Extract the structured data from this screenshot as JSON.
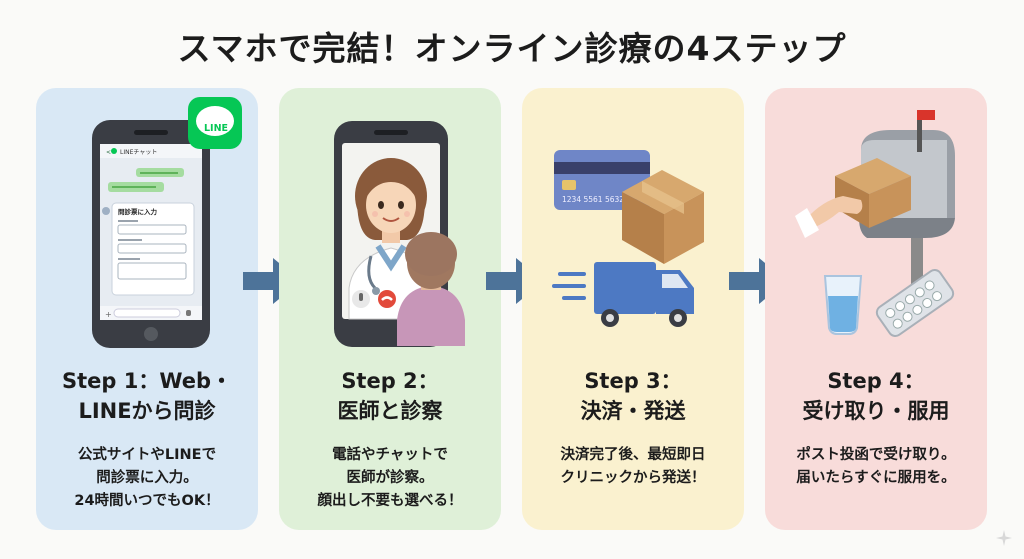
{
  "title": "スマホで完結！オンライン診療の4ステップ",
  "colors": {
    "step1_bg": "#d9e8f5",
    "step2_bg": "#dff0d8",
    "step3_bg": "#faf1cf",
    "step4_bg": "#f8dcda",
    "arrow": "#4d7399",
    "line_green": "#06c755"
  },
  "steps": [
    {
      "title_line1": "Step 1：Web・",
      "title_line2": "LINEから問診",
      "desc_line1": "公式サイトやLINEで",
      "desc_line2": "問診票に入力。",
      "desc_line3": "24時間いつでもOK！",
      "phone": {
        "app_badge": "LINE",
        "chat_header": "LINEチャット",
        "form_title": "問診票に入力"
      }
    },
    {
      "title_line1": "Step 2：",
      "title_line2": "医師と診察",
      "desc_line1": "電話やチャットで",
      "desc_line2": "医師が診察。",
      "desc_line3": "顔出し不要も選べる！"
    },
    {
      "title_line1": "Step 3：",
      "title_line2": "決済・発送",
      "desc_line1": "決済完了後、最短即日",
      "desc_line2": "クリニックから発送！",
      "card_number": "1234 5561 5632"
    },
    {
      "title_line1": "Step 4：",
      "title_line2": "受け取り・服用",
      "desc_line1": "ポスト投函で受け取り。",
      "desc_line2": "届いたらすぐに服用を。"
    }
  ]
}
